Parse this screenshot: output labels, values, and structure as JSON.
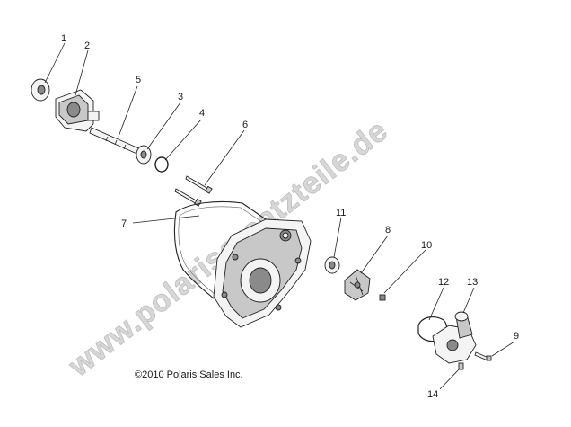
{
  "watermark": "www.polarisersatzteile.de",
  "copyright": "©2010 Polaris Sales Inc.",
  "callouts": {
    "c1": "1",
    "c2": "2",
    "c3": "3",
    "c4": "4",
    "c5": "5",
    "c6": "6",
    "c7": "7",
    "c8": "8",
    "c9": "9",
    "c10": "10",
    "c11": "11",
    "c12": "12",
    "c13": "13",
    "c14": "14"
  }
}
